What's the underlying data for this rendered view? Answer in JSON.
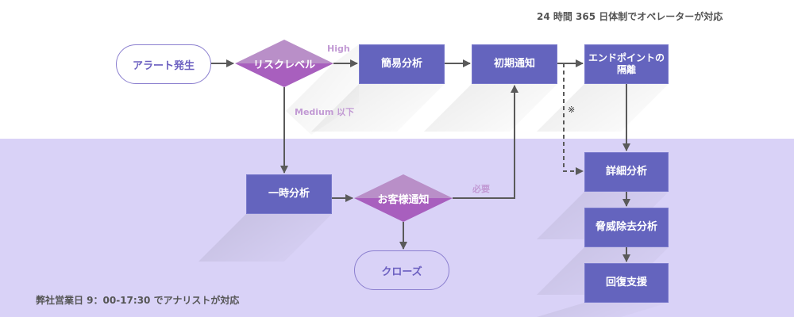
{
  "notes": {
    "top": "24 時間 365 日体制でオペレーターが対応",
    "bottom": "弊社営業日 9：00-17:30 でアナリストが対応"
  },
  "nodes": {
    "alert": "アラート発生",
    "risk_level": "リスクレベル",
    "quick_analysis": "簡易分析",
    "initial_notice": "初期通知",
    "endpoint_isolation": "エンドポイントの\n隔離",
    "detailed_analysis": "詳細分析",
    "threat_removal": "脅威除去分析",
    "recovery_support": "回復支援",
    "temp_analysis": "一時分析",
    "customer_notice": "お客様通知",
    "close": "クローズ"
  },
  "edge_labels": {
    "high": "High",
    "medium_or_lower": "Medium 以下",
    "required": "必要",
    "note_mark": "※"
  },
  "colors": {
    "box": "#6464be",
    "diamond_top": "#b98fc8",
    "diamond_bottom": "#a85fbe",
    "pill_border": "#8b7fcf",
    "pill_text": "#6b5fc0",
    "edge_label": "#c29ad4",
    "arrow": "#5a5a5a",
    "lower_background": "#d9d2f7"
  }
}
